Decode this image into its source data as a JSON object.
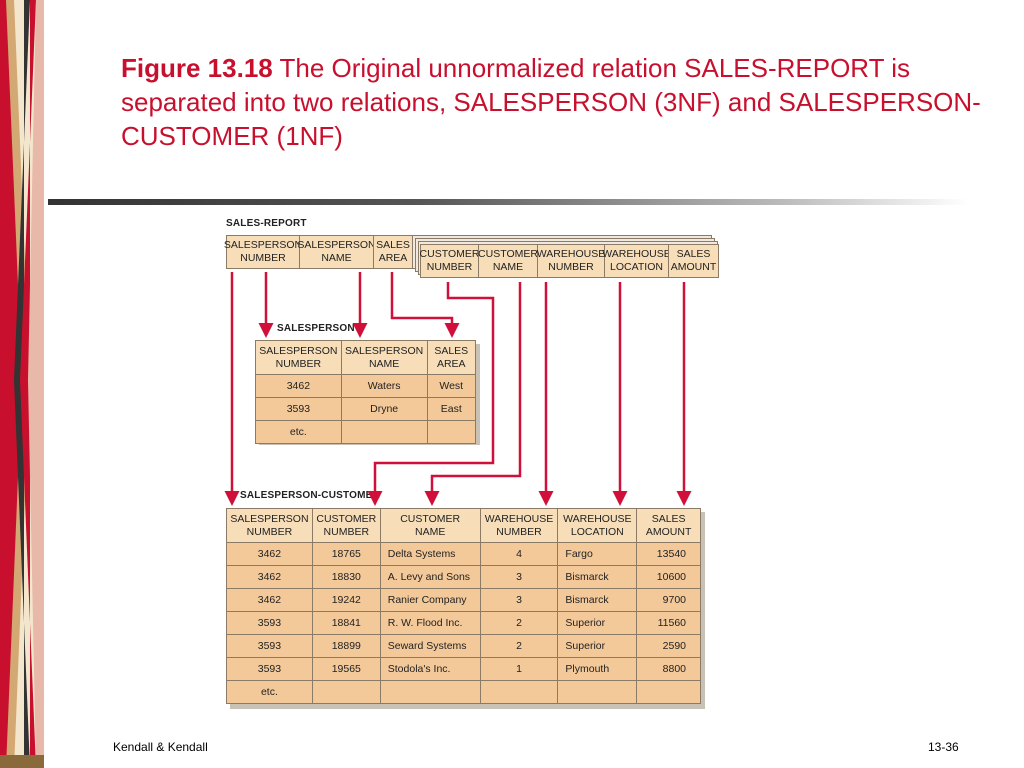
{
  "title": {
    "figure": "Figure 13.18",
    "text": " The Original unnormalized relation SALES-REPORT is separated into two relations, SALESPERSON (3NF) and SALESPERSON-CUSTOMER (1NF)"
  },
  "footer": {
    "left": "Kendall & Kendall",
    "right": "13-36"
  },
  "sales_report": {
    "label": "SALES-REPORT",
    "headers": [
      "SALESPERSON\nNUMBER",
      "SALESPERSON\nNAME",
      "SALES\nAREA",
      "CUSTOMER\nNUMBER",
      "CUSTOMER\nNAME",
      "WAREHOUSE\nNUMBER",
      "WAREHOUSE\nLOCATION",
      "SALES\nAMOUNT"
    ]
  },
  "salesperson": {
    "label": "SALESPERSON",
    "headers": [
      "SALESPERSON\nNUMBER",
      "SALESPERSON\nNAME",
      "SALES\nAREA"
    ],
    "rows": [
      [
        "3462",
        "Waters",
        "West"
      ],
      [
        "3593",
        "Dryne",
        "East"
      ],
      [
        "etc.",
        "",
        ""
      ]
    ]
  },
  "salesperson_customer": {
    "label": "SALESPERSON-CUSTOMER",
    "headers": [
      "SALESPERSON\nNUMBER",
      "CUSTOMER\nNUMBER",
      "CUSTOMER\nNAME",
      "WAREHOUSE\nNUMBER",
      "WAREHOUSE\nLOCATION",
      "SALES\nAMOUNT"
    ],
    "rows": [
      [
        "3462",
        "18765",
        "Delta Systems",
        "4",
        "Fargo",
        "13540"
      ],
      [
        "3462",
        "18830",
        "A. Levy and Sons",
        "3",
        "Bismarck",
        "10600"
      ],
      [
        "3462",
        "19242",
        "Ranier Company",
        "3",
        "Bismarck",
        "9700"
      ],
      [
        "3593",
        "18841",
        "R. W. Flood Inc.",
        "2",
        "Superior",
        "11560"
      ],
      [
        "3593",
        "18899",
        "Seward Systems",
        "2",
        "Superior",
        "2590"
      ],
      [
        "3593",
        "19565",
        "Stodola's Inc.",
        "1",
        "Plymouth",
        "8800"
      ],
      [
        "etc.",
        "",
        "",
        "",
        "",
        ""
      ]
    ]
  },
  "colors": {
    "title": "#c8102e",
    "arrow": "#d0103a",
    "cell": "#f4c99a",
    "header": "#f7deb9"
  }
}
